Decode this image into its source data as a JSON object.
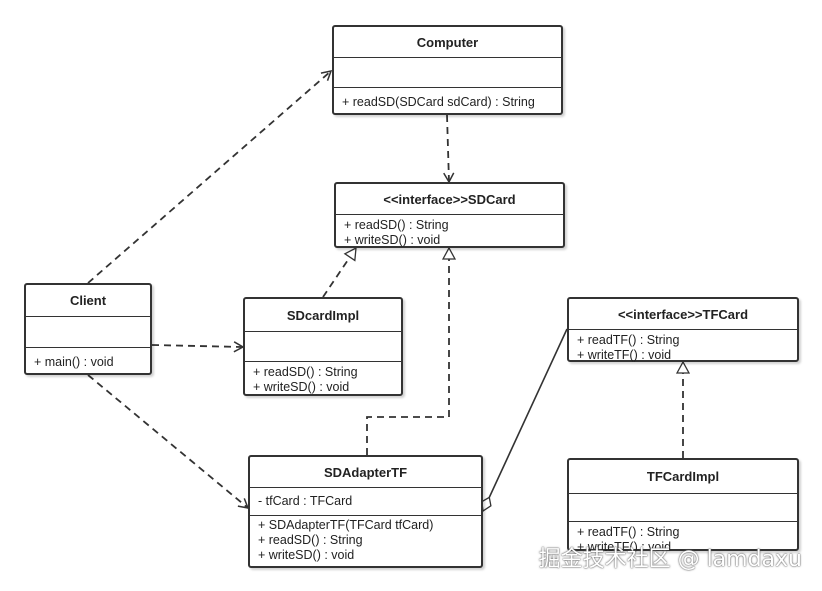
{
  "classes": {
    "computer": {
      "name": "Computer",
      "attributes": [],
      "methods": [
        "+ readSD(SDCard sdCard) : String"
      ]
    },
    "sdcard": {
      "name": "<<interface>>SDCard",
      "methods": [
        "+ readSD() : String",
        "+ writeSD() : void"
      ]
    },
    "client": {
      "name": "Client",
      "attributes": [],
      "methods": [
        "+ main() : void"
      ]
    },
    "sdcardimpl": {
      "name": "SDcardImpl",
      "attributes": [],
      "methods": [
        "+ readSD() : String",
        "+ writeSD() : void"
      ]
    },
    "tfcard": {
      "name": "<<interface>>TFCard",
      "methods": [
        "+ readTF() : String",
        "+ writeTF() : void"
      ]
    },
    "sdadapter": {
      "name": "SDAdapterTF",
      "attributes": [
        "- tfCard : TFCard"
      ],
      "methods": [
        "+ SDAdapterTF(TFCard tfCard)",
        "+ readSD() : String",
        "+ writeSD() : void"
      ]
    },
    "tfcardimpl": {
      "name": "TFCardImpl",
      "attributes": [],
      "methods": [
        "+ readTF() : String",
        "+ writeTF() : void"
      ]
    }
  },
  "watermark": "掘金技术社区 @ lamdaxu",
  "colors": {
    "stroke": "#333333",
    "background": "#ffffff"
  }
}
